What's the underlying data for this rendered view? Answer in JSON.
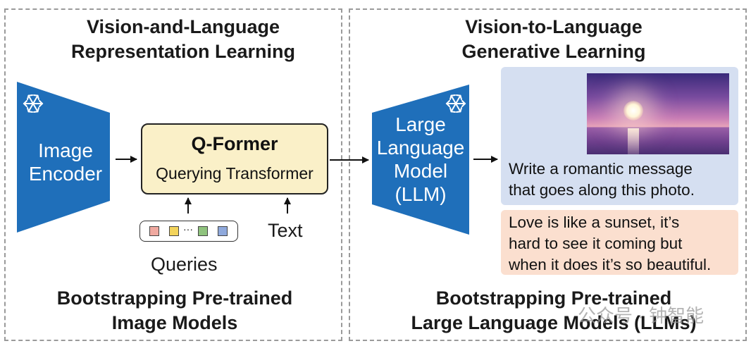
{
  "left_panel": {
    "heading": [
      "Vision-and-Language",
      "Representation Learning"
    ],
    "footer": [
      "Bootstrapping Pre-trained",
      "Image Models"
    ],
    "image_encoder": [
      "Image",
      "Encoder"
    ],
    "qformer": {
      "title": "Q-Former",
      "subtitle": "Querying Transformer"
    },
    "queries_label": "Queries",
    "queries_ellipsis": "···",
    "text_label": "Text",
    "query_colors": [
      "#f0a9a0",
      "#f3d45c",
      "#8fc37e",
      "#8fa9dc"
    ]
  },
  "right_panel": {
    "heading": [
      "Vision-to-Language",
      "Generative Learning"
    ],
    "footer": [
      "Bootstrapping Pre-trained",
      "Large Language Models (LLMs)"
    ],
    "llm": [
      "Large",
      "Language",
      "Model",
      "(LLM)"
    ],
    "prompt": [
      "Write a romantic message",
      "that goes along this photo."
    ],
    "response": [
      "Love is like a sunset, it’s",
      "hard to see it coming but",
      "when it does it’s so beautiful."
    ]
  },
  "watermark": "公众号 · 钟智能",
  "colors": {
    "model_blue": "#1f6fba",
    "qformer_fill": "#faf0c8",
    "prompt_fill": "#d5dff1",
    "response_fill": "#fbdfcf"
  }
}
